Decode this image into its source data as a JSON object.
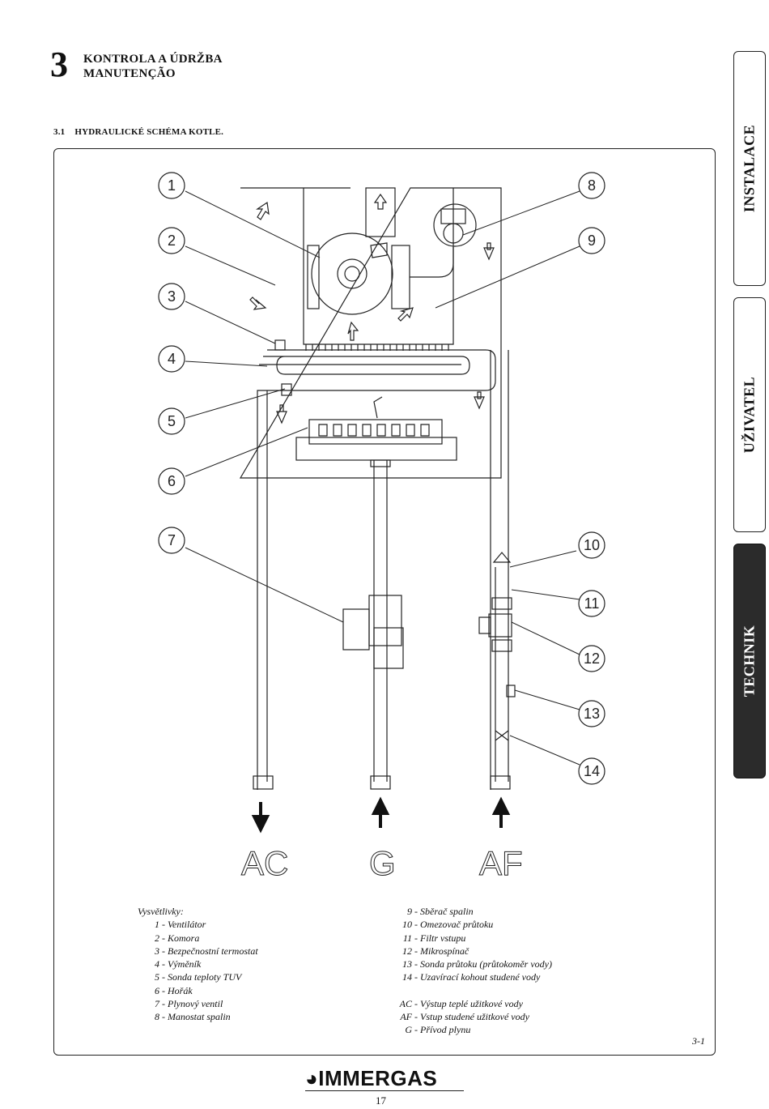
{
  "header": {
    "chapter_number": "3",
    "chapter_title_line1": "KONTROLA A ÚDRŽBA",
    "chapter_title_line2": "MANUTENÇÃO"
  },
  "section": {
    "number": "3.1",
    "title": "HYDRAULICKÉ SCHÉMA KOTLE."
  },
  "tabs": [
    {
      "label": "INSTALACE",
      "active": false
    },
    {
      "label": "UŽIVATEL",
      "active": false
    },
    {
      "label": "TECHNIK",
      "active": true
    }
  ],
  "diagram": {
    "callouts": [
      "1",
      "2",
      "3",
      "4",
      "5",
      "6",
      "7",
      "8",
      "9",
      "10",
      "11",
      "12",
      "13",
      "14"
    ],
    "connection_labels": [
      "AC",
      "G",
      "AF"
    ]
  },
  "legend": {
    "title": "Vysvětlivky:",
    "left": [
      {
        "key": "1 -",
        "text": "Ventilátor"
      },
      {
        "key": "2 -",
        "text": "Komora"
      },
      {
        "key": "3 -",
        "text": "Bezpečnostní termostat"
      },
      {
        "key": "4 -",
        "text": "Výměník"
      },
      {
        "key": "5 -",
        "text": "Sonda teploty TUV"
      },
      {
        "key": "6 -",
        "text": "Hořák"
      },
      {
        "key": "7 -",
        "text": "Plynový ventil"
      },
      {
        "key": "8 -",
        "text": "Manostat spalin"
      }
    ],
    "right": [
      {
        "key": "9 -",
        "text": "Sběrač spalin"
      },
      {
        "key": "10 -",
        "text": "Omezovač průtoku"
      },
      {
        "key": "11 -",
        "text": "Filtr vstupu"
      },
      {
        "key": "12 -",
        "text": "Mikrospínač"
      },
      {
        "key": "13 -",
        "text": "Sonda průtoku (průtokoměr vody)"
      },
      {
        "key": "14 -",
        "text": "Uzavírací kohout studené vody"
      }
    ],
    "connections": [
      {
        "key": "AC -",
        "text": "Výstup teplé užitkové vody"
      },
      {
        "key": "AF -",
        "text": "Vstup studené užitkové vody"
      },
      {
        "key": "G -",
        "text": "Přívod plynu"
      }
    ]
  },
  "figure_ref": "3-1",
  "logo": "IMMERGAS",
  "page_number": "17"
}
